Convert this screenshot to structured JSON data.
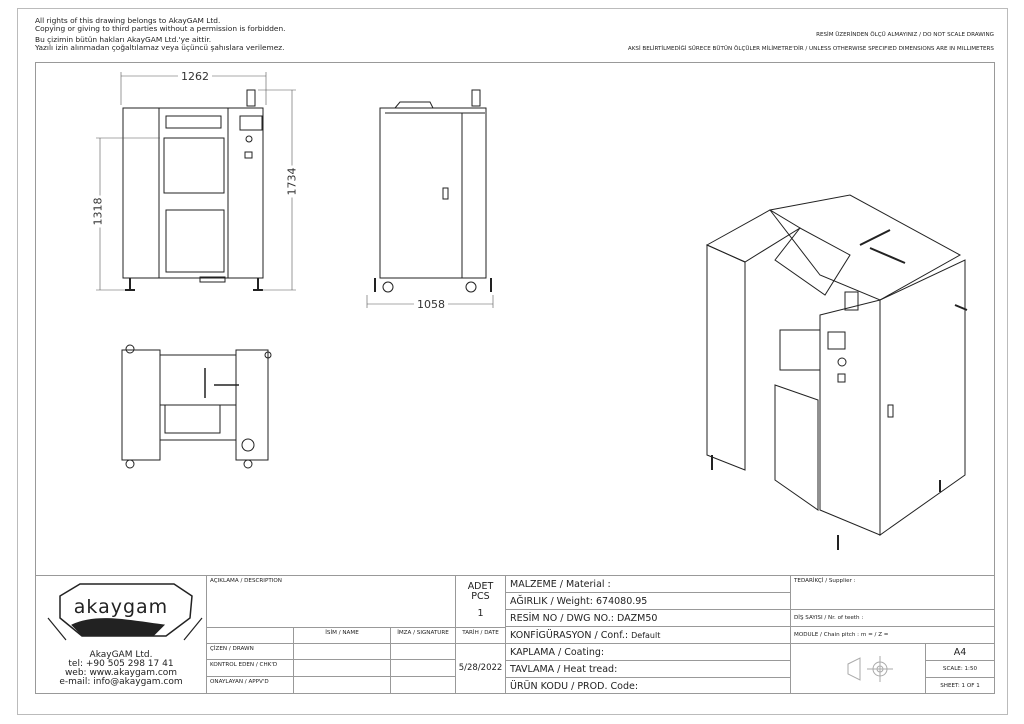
{
  "notices": {
    "en_line1": "All rights of this drawing belongs to AkayGAM Ltd.",
    "en_line2": "Copying or giving to third parties without a permission is forbidden.",
    "tr_line1": "Bu çizimin bütün hakları AkayGAM Ltd.'ye aittir.",
    "tr_line2": "Yazılı izin alınmadan çoğaltılamaz veya üçüncü şahıslara verilemez.",
    "no_scale": "RESİM ÜZERİNDEN ÖLÇÜ ALMAYINIZ / DO NOT SCALE DRAWING",
    "units": "AKSİ BELİRTİLMEDİĞİ SÜRECE BÜTÜN ÖLÇÜLER MİLİMETRE'DİR / UNLESS OTHERWISE SPECIFIED DIMENSIONS ARE IN MILLIMETERS"
  },
  "dimensions": {
    "width": "1262",
    "height_body": "1318",
    "height_total": "1734",
    "depth": "1058"
  },
  "company": {
    "logo": "akaygam",
    "name": "AkayGAM Ltd.",
    "tel": "tel: +90 505 298 17 41",
    "web": "web: www.akaygam.com",
    "email": "e-mail: info@akaygam.com"
  },
  "title_block": {
    "description_label": "AÇIKLAMA / DESCRIPTION",
    "qty_label1": "ADET",
    "qty_label2": "PCS",
    "qty_value": "1",
    "name_header": "İSİM / NAME",
    "signature_header": "İMZA / SIGNATURE",
    "date_header": "TARİH / DATE",
    "drawn": "ÇİZEN / DRAWN",
    "checked": "KONTROL EDEN / CHK'D",
    "approved": "ONAYLAYAN / APPV'D",
    "date_value": "5/28/2022",
    "material": "MALZEME / Material :",
    "weight": "AĞIRLIK / Weight: 674080.95",
    "dwg_no": "RESİM NO / DWG NO.: DAZM50",
    "conf_label": "KONFİGÜRASYON / Conf.:",
    "conf_value": "Default",
    "coating": "KAPLAMA / Coating:",
    "heat": "TAVLAMA / Heat tread:",
    "prod_code": "ÜRÜN KODU / PROD. Code:",
    "supplier": "TEDARİKÇİ / Supplier :",
    "teeth": "DİŞ SAYISI / Nr. of teeth :",
    "module": "MODULE / Chain pitch :  m =   / Z =",
    "paper": "A4",
    "scale": "SCALE: 1:50",
    "sheet": "SHEET: 1 OF 1"
  }
}
